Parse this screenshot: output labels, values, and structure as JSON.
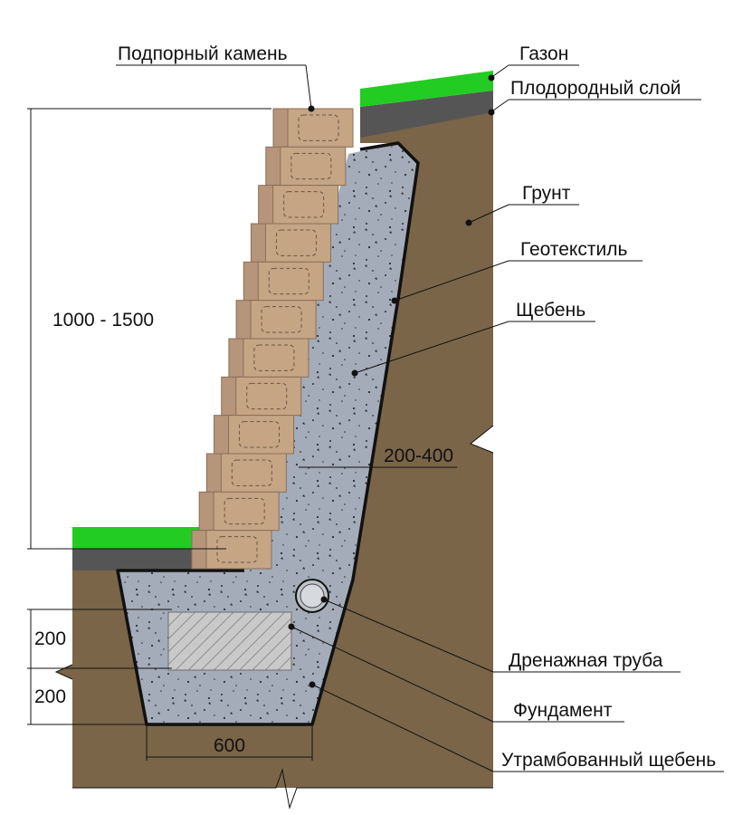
{
  "labels": {
    "stone": "Подпорный камень",
    "lawn": "Газон",
    "fertile": "Плодородный слой",
    "soil": "Грунт",
    "geotextile": "Геотекстиль",
    "gravel": "Щебень",
    "drain": "Дренажная труба",
    "foundation": "Фундамент",
    "compacted": "Утрамбованный щебень"
  },
  "dimensions": {
    "height": "1000 - 1500",
    "backfill": "200-400",
    "footing_top": "200",
    "footing_bottom": "200",
    "width": "600"
  },
  "colors": {
    "soil": "#7a6548",
    "gravel": "#a3acb8",
    "block": "#c6a585",
    "block_side": "#b6957a",
    "lawn": "#22cc22",
    "fertile": "#555555",
    "foundation": "#c4c4c4"
  }
}
